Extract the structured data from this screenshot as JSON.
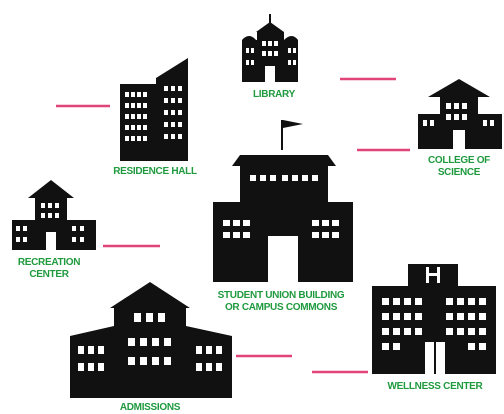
{
  "colors": {
    "building": "#111111",
    "window": "#ffffff",
    "label": "#1f9a3e",
    "connector": "#e0447a"
  },
  "labels": {
    "library": "LIBRARY",
    "residence_hall": "RESIDENCE HALL",
    "college_of_science_line1": "COLLEGE OF",
    "college_of_science_line2": "SCIENCE",
    "recreation_center_line1": "RECREATION",
    "recreation_center_line2": "CENTER",
    "student_union_line1": "STUDENT UNION BUILDING",
    "student_union_line2": "OR CAMPUS COMMONS",
    "wellness_center": "WELLNESS CENTER",
    "admissions": "ADMISSIONS"
  },
  "buildings": [
    {
      "name": "library",
      "icon": "library-building-icon"
    },
    {
      "name": "residence-hall",
      "icon": "residence-hall-building-icon"
    },
    {
      "name": "college-of-science",
      "icon": "college-building-icon"
    },
    {
      "name": "recreation-center",
      "icon": "recreation-building-icon"
    },
    {
      "name": "student-union",
      "icon": "student-union-building-icon"
    },
    {
      "name": "wellness-center",
      "icon": "hospital-building-icon"
    },
    {
      "name": "admissions",
      "icon": "admissions-building-icon"
    }
  ]
}
